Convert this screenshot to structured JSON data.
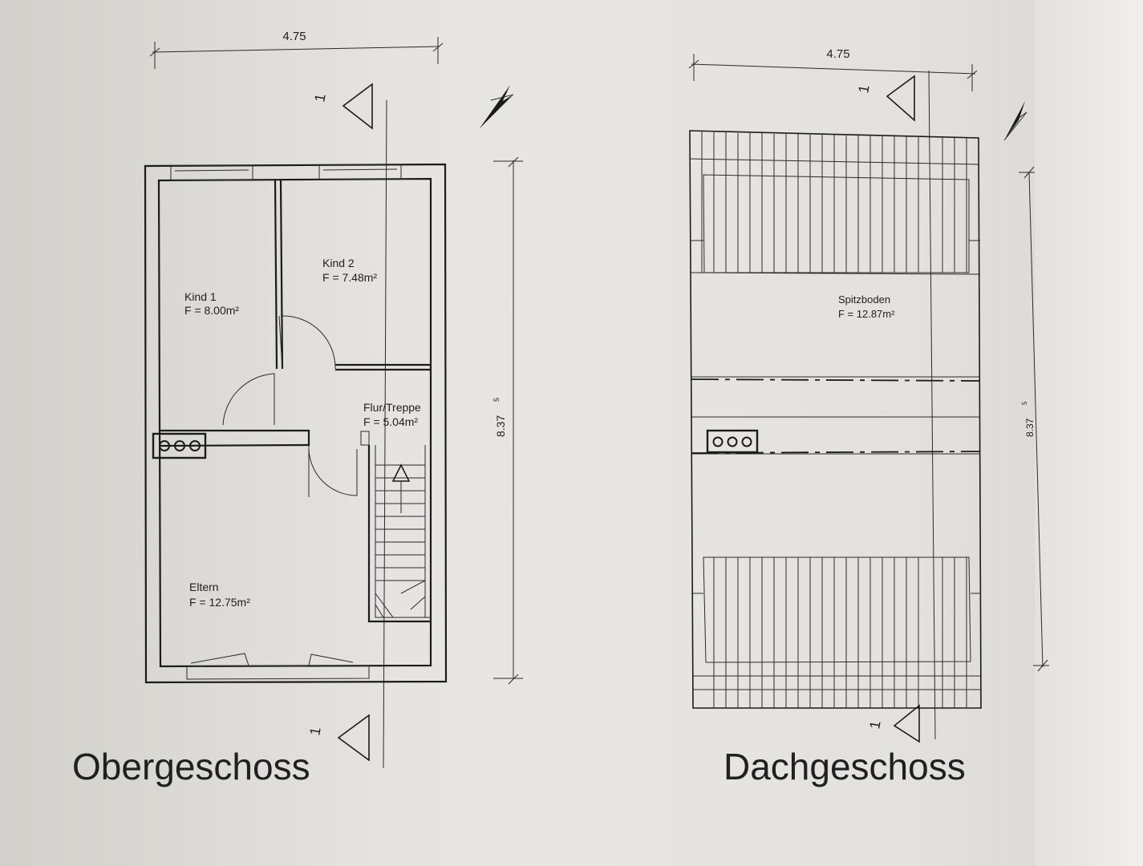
{
  "plans": [
    {
      "title": "Obergeschoss",
      "width_dim": "4.75",
      "depth_dim": "8.37",
      "depth_dim_sup": "5",
      "section_marker": "1",
      "rooms": [
        {
          "name": "Kind 1",
          "area": "F = 8.00m²"
        },
        {
          "name": "Kind 2",
          "area": "F = 7.48m²"
        },
        {
          "name": "Flur/Treppe",
          "area": "F = 5.04m²"
        },
        {
          "name": "Eltern",
          "area": "F = 12.75m²"
        }
      ]
    },
    {
      "title": "Dachgeschoss",
      "width_dim": "4.75",
      "depth_dim": "8.37",
      "depth_dim_sup": "5",
      "section_marker": "1",
      "rooms": [
        {
          "name": "Spitzboden",
          "area": "F = 12.87m²"
        }
      ]
    }
  ],
  "colors": {
    "paper": "#e6e4e0",
    "ink": "#1b1b1b"
  },
  "icons": [
    "north-arrow-icon",
    "section-marker-icon",
    "chimney-icon",
    "stair-arrow-icon"
  ]
}
